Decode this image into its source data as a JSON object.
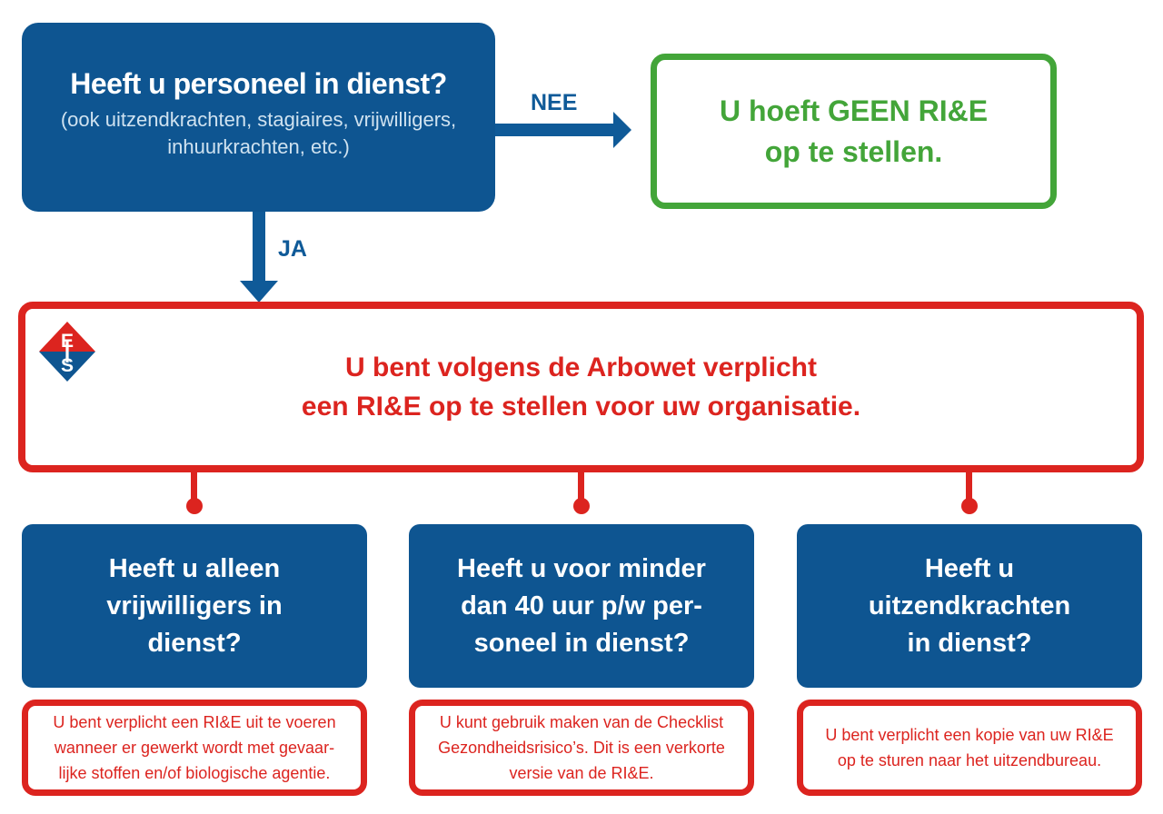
{
  "palette": {
    "blue": "#0e5591",
    "red": "#dc241f",
    "green": "#43a539",
    "white": "#ffffff"
  },
  "start": {
    "question": "Heeft u personeel in dienst?",
    "clarification": "(ook uitzendkrachten, stagiaires, vrijwilligers,\ninhuurkrachten, etc.)"
  },
  "decision_labels": {
    "no": "NEE",
    "yes": "JA"
  },
  "outcome_no": {
    "text": "U hoeft GEEN RI&E\nop te stellen."
  },
  "outcome_yes": {
    "text": "U bent volgens de Arbowet verplicht\neen RI&E op te stellen voor uw organisatie.",
    "logo": {
      "top": "E",
      "bottom": "S"
    }
  },
  "branches": [
    {
      "question": "Heeft u alleen\nvrijwilligers in\ndienst?",
      "note": "U bent verplicht een RI&E uit te voeren\nwanneer er gewerkt wordt met gevaar-\nlijke stoffen en/of biologische agentie."
    },
    {
      "question": "Heeft u voor minder\ndan 40 uur p/w per-\nsoneel in dienst?",
      "note": "U kunt gebruik maken van de Checklist\nGezondheidsrisico’s. Dit is een verkorte\nversie van de RI&E."
    },
    {
      "question": "Heeft u\nuitzendkrachten\nin dienst?",
      "note": "U bent verplicht een kopie van uw RI&E\nop te sturen naar het uitzendbureau."
    }
  ]
}
